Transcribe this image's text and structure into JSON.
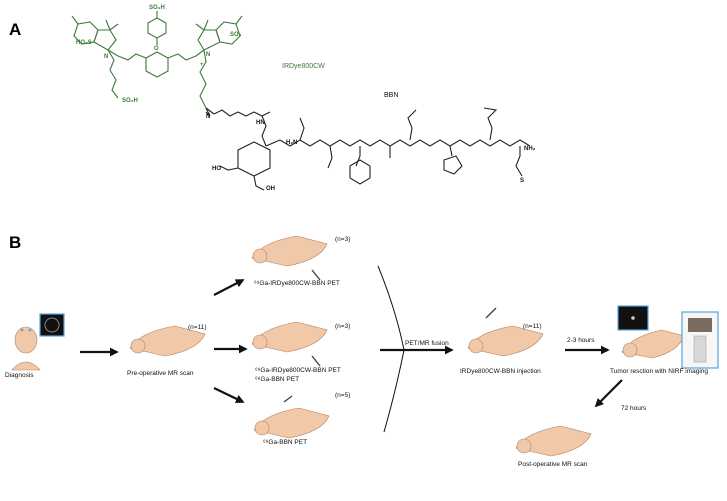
{
  "panels": {
    "a": "A",
    "b": "B"
  },
  "structure": {
    "dye_label": "IRDye800CW",
    "peptide_label": "BBN",
    "atoms": {
      "so3h": "SO₃H",
      "ho3s": "HO₃S",
      "so3": "SO₃",
      "so3h_2": "SO₃H",
      "n": "N",
      "nh": "NH",
      "hn": "HN",
      "o": "O",
      "h2n": "H₂N",
      "nh2": "NH₂",
      "oh": "OH",
      "s": "S",
      "ho": "HO",
      "plus": "+"
    }
  },
  "workflow": {
    "diagnosis": "Diagnosis",
    "preop_mr": "Pre-operative MR scan",
    "preop_n": "(n=11)",
    "pet1": "⁶⁸Ga-IRDye800CW-BBN PET",
    "pet1_n": "(n=3)",
    "pet2_line1": "⁶⁸Ga-IRDye800CW-BBN PET",
    "pet2_line2": "⁶⁸Ga-BBN PET",
    "pet2_n": "(n=3)",
    "pet3": "⁶⁸Ga-BBN PET",
    "pet3_n": "(n=5)",
    "fusion": "PET/MR fusion",
    "injection": "IRDye800CW-BBN injection",
    "injection_n": "(n=11)",
    "time1": "2-3 hours",
    "resection": "Tumor resction with NIRF imaging",
    "time2": "72 hours",
    "postop_mr": "Post-operative MR scan"
  },
  "colors": {
    "dye": "#3d7a3d",
    "skin": "#f2c9a8",
    "frame": "#5aa7d8"
  }
}
